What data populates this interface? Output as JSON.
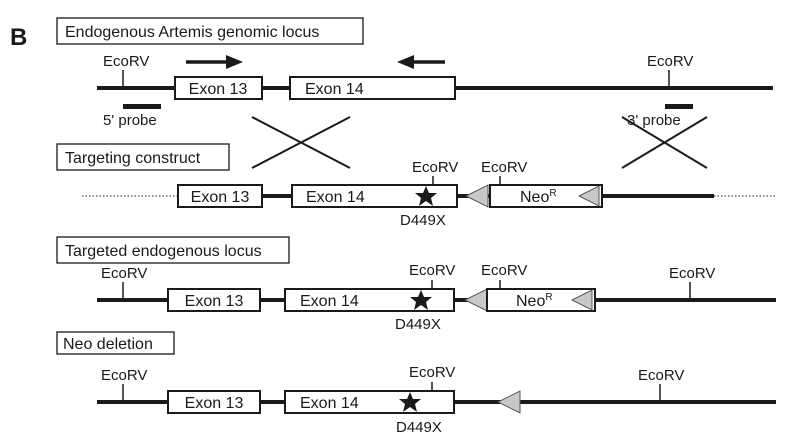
{
  "panel_label": "B",
  "sections": {
    "endogenous": {
      "title": "Endogenous Artemis genomic locus",
      "exon13": "Exon 13",
      "exon14": "Exon 14",
      "ecorv_left": "EcoRV",
      "ecorv_right": "EcoRV",
      "probe5": "5' probe",
      "probe3": "3' probe"
    },
    "targeting": {
      "title": "Targeting construct",
      "exon13": "Exon  13",
      "exon14": "Exon  14",
      "ecorv_a": "EcoRV",
      "ecorv_b": "EcoRV",
      "neo": "Neo",
      "neo_sup": "R",
      "mutation": "D449X"
    },
    "targeted": {
      "title": "Targeted endogenous locus",
      "exon13": "Exon  13",
      "exon14": "Exon  14",
      "ecorv_left": "EcoRV",
      "ecorv_a": "EcoRV",
      "ecorv_b": "EcoRV",
      "ecorv_right": "EcoRV",
      "neo": "Neo",
      "neo_sup": "R",
      "mutation": "D449X"
    },
    "neo_deletion": {
      "title": "Neo deletion",
      "exon13": "Exon  13",
      "exon14": "Exon  14",
      "ecorv_left": "EcoRV",
      "ecorv_mid": "EcoRV",
      "ecorv_right": "EcoRV",
      "mutation": "D449X"
    }
  },
  "colors": {
    "line": "#1a1a1a",
    "loxp": "#c8c8c8"
  }
}
